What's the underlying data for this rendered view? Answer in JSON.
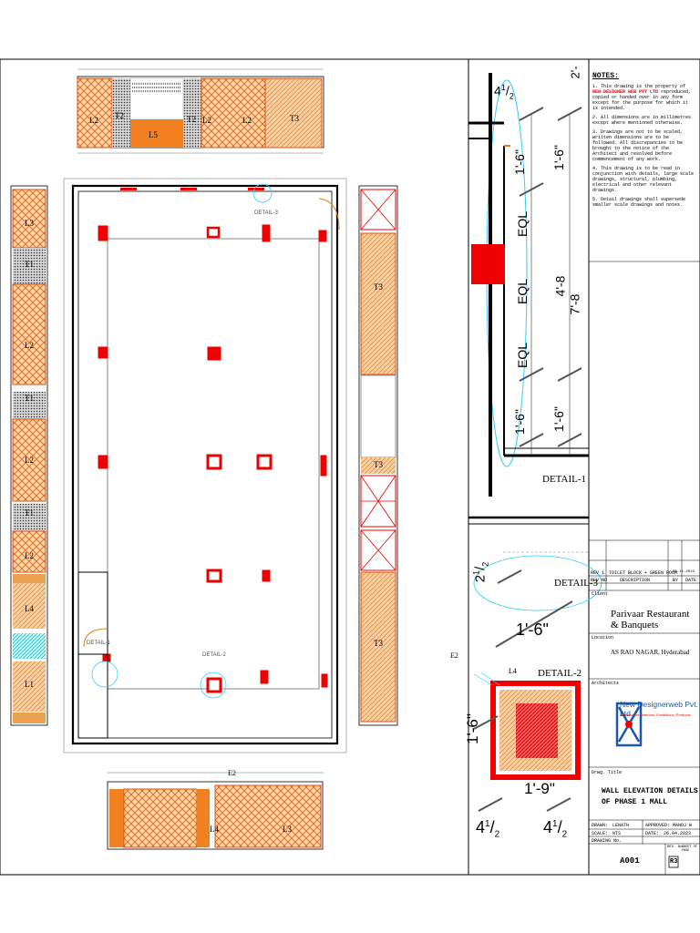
{
  "notes": {
    "title": "NOTES:",
    "items": [
      {
        "num": "1.",
        "pre": "This drawing is the property of",
        "highlight": "NEW DESIGNER WEB PVT LTD",
        "post": "reproduced, copied or handed over in any form except for the purpose for which it is intended."
      },
      {
        "num": "2.",
        "pre": "All dimensions are in millimetres except where mentioned otherwise.",
        "highlight": "",
        "post": ""
      },
      {
        "num": "3.",
        "pre": "Drawings are not to be scaled, written dimensions are to be followed. All discrepancies to be brought to the notice of the Architect and resolved before commencement of any work.",
        "highlight": "",
        "post": ""
      },
      {
        "num": "4.",
        "pre": "This drawing is to be read in conjunction with details, large scale drawings, structural, plumbing, electrical and other relevant drawings.",
        "highlight": "",
        "post": ""
      },
      {
        "num": "5.",
        "pre": "Detail drawings shall supersede smaller scale drawings and notes.",
        "highlight": "",
        "post": ""
      }
    ]
  },
  "labels": {
    "l1": "L1",
    "l2": "L2",
    "l3": "L3",
    "l4": "L4",
    "l5": "L5",
    "t1": "T1",
    "t2": "T2",
    "t3": "T3",
    "e2": "E2",
    "detail1": "DETAIL-1",
    "detail2": "DETAIL-2",
    "detail3": "DETAIL-3",
    "detail1_small": "DETAIL-1",
    "detail2_small": "DETAIL-2",
    "detail3_small": "DETAIL-3"
  },
  "dims": {
    "d1_6": "1'-6\"",
    "eql": "EQL",
    "d4_8": "4'-8",
    "d7_8": "7'-8",
    "d2_1_2": "2",
    "d1_9": "1'-9\"",
    "d4": "4",
    "half_num": "1",
    "half_den": "2",
    "d2": "2'-"
  },
  "revision": {
    "rev_label": "REV 1",
    "rev_desc": "TOILET BLOCK + GREEN ROOM",
    "rev_date": "28.11.2023",
    "col_rev": "REV NO",
    "col_desc": "DESCRIPTION",
    "col_by": "BY",
    "col_date": "DATE"
  },
  "client": {
    "label": "Client",
    "name_line1": "Parivaar Restaurant",
    "name_line2": "& Banquets",
    "location_label": "Location",
    "location": "AS RAO NAGAR, Hyderabad"
  },
  "architects": {
    "label": "Architects",
    "company": "New Designerweb Pvt. Ltd.",
    "tagline": "Architecture, Interiors, Exhibitions, Products"
  },
  "drawing": {
    "title_label": "Drwg. Title",
    "title_line1": "WALL ELEVATION DETAILS",
    "title_line2": "OF PHASE 1 MALL",
    "drawn_label": "DRAWN:",
    "drawn": "LENATH",
    "approved_label": "APPROVED:",
    "approved": "MANOJ W",
    "scale_label": "SCALE:",
    "scale": "NTS",
    "date_label": "DATE:",
    "date": "26.04.2023",
    "drawing_no_label": "DRAWING No.",
    "drawing_no": "A001",
    "rev_no_label": "REV. No.",
    "rev_no": "R3",
    "sheet_label": "SHEET OF PAGE"
  },
  "colors": {
    "red": "#ee0000",
    "orange": "#f0a040",
    "orange_dark": "#e07818",
    "cyan": "#33ccee",
    "grey": "#777777",
    "brand_blue": "#1a5aa8"
  }
}
